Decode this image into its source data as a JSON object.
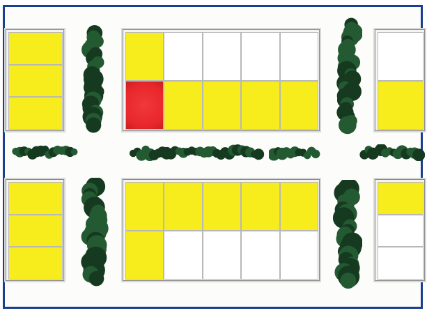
{
  "colors": {
    "frame": "#1b3f8f",
    "occupied": "#f7ec1c",
    "empty": "#ffffff",
    "highlight": "#e8272b",
    "hedge": "#245a32",
    "hedge_dark": "#163a20"
  },
  "blocks": [
    {
      "id": "top-left",
      "cells": [
        "occupied",
        "occupied",
        "occupied"
      ]
    },
    {
      "id": "top-center",
      "cells": [
        "occupied",
        "empty",
        "empty",
        "empty",
        "empty",
        "highlight",
        "occupied",
        "occupied",
        "occupied",
        "occupied"
      ]
    },
    {
      "id": "top-right",
      "cells": [
        "empty",
        "occupied"
      ]
    },
    {
      "id": "bottom-left",
      "cells": [
        "occupied",
        "occupied",
        "occupied"
      ]
    },
    {
      "id": "bottom-center",
      "cells": [
        "occupied",
        "occupied",
        "occupied",
        "occupied",
        "occupied",
        "occupied",
        "empty",
        "empty",
        "empty",
        "empty"
      ]
    },
    {
      "id": "bottom-right",
      "cells": [
        "occupied",
        "empty",
        "empty"
      ]
    }
  ],
  "hedges": [
    "vertical",
    "vertical",
    "vertical",
    "vertical",
    "horizontal",
    "horizontal",
    "horizontal",
    "horizontal"
  ]
}
